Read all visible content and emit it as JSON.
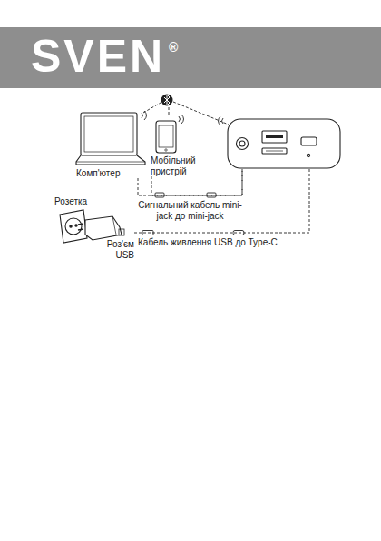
{
  "diagram": {
    "nodes": [
      {
        "text": [
          "Комп'ютер"
        ]
      },
      {
        "text": [
          "Мобільний пристрій"
        ]
      },
      {
        "text": []
      },
      {
        "text": [
          "Розетка"
        ]
      },
      {
        "text": [
          "Роз'єм USB"
        ]
      }
    ],
    "edges": [
      {
        "from": 0,
        "to": 2,
        "arrow": "none",
        "label": "Сигнальний кабель mini-jack до mini-jack"
      },
      {
        "from": 1,
        "to": 2,
        "arrow": "none"
      },
      {
        "from": 4,
        "to": 2,
        "arrow": "none",
        "label": "Кабель живлення USB до Type-C"
      }
    ],
    "labels": [
      "SVEN",
      "®"
    ]
  }
}
